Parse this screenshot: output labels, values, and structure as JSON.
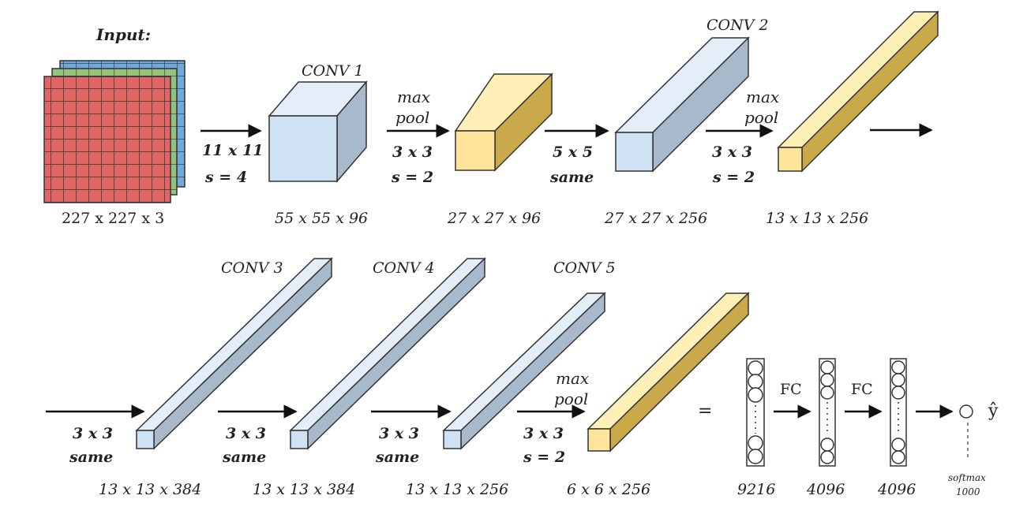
{
  "input": {
    "title": "Input:",
    "dims": "227 x 227 x 3",
    "colors": {
      "red": "#e06666",
      "green": "#93c47d",
      "blue": "#6fa8dc"
    }
  },
  "row1": {
    "conv1": {
      "label": "CONV 1",
      "dims": "55 x 55 x 96",
      "op_top": "11 x 11",
      "op_bottom": "s = 4"
    },
    "pool1": {
      "label_top": "max",
      "label_bottom": "pool",
      "op_top": "3 x 3",
      "op_bottom": "s = 2",
      "dims": "27 x 27 x 96"
    },
    "conv2": {
      "label": "CONV 2",
      "op_top": "5 x 5",
      "op_bottom": "same",
      "dims": "27 x 27 x 256"
    },
    "pool2": {
      "label_top": "max",
      "label_bottom": "pool",
      "op_top": "3 x 3",
      "op_bottom": "s = 2",
      "dims": "13 x 13 x 256"
    }
  },
  "row2": {
    "conv3": {
      "label": "CONV 3",
      "op_top": "3 x 3",
      "op_bottom": "same",
      "dims": "13 x 13 x 384"
    },
    "conv4": {
      "label": "CONV 4",
      "op_top": "3 x 3",
      "op_bottom": "same",
      "dims": "13 x 13 x 384"
    },
    "conv5": {
      "label": "CONV 5",
      "op_top": "3 x 3",
      "op_bottom": "same",
      "dims": "13 x 13 x 256"
    },
    "pool3": {
      "label_top": "max",
      "label_bottom": "pool",
      "op_top": "3 x 3",
      "op_bottom": "s = 2",
      "dims": "6 x 6 x 256"
    }
  },
  "fc": {
    "equals": "=",
    "fc1_label": "FC",
    "fc2_label": "FC",
    "sizes": [
      "9216",
      "4096",
      "4096"
    ],
    "output_symbol": "ŷ",
    "softmax_top": "softmax",
    "softmax_bottom": "1000"
  },
  "colors": {
    "conv": "#cfe2f3",
    "pool": "#ffe599",
    "stroke": "#333333"
  }
}
